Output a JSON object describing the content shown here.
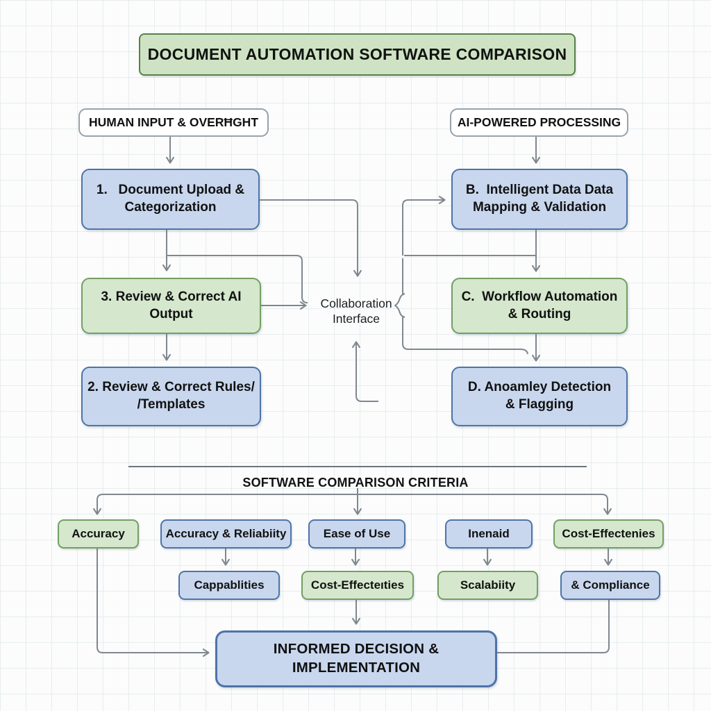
{
  "title": "DOCUMENT AUTOMATION SOFTWARE COMPARISON",
  "flow": {
    "human_header": {
      "label": "HUMAN INPUT & OVERĦGHT"
    },
    "ai_header": {
      "label": "AI-POWERED PROCESSING"
    },
    "box1": {
      "line1": "1.   Document Upload &",
      "line2": "Categorization"
    },
    "boxB": {
      "line1": "B.  Intelligent Data Data",
      "line2": "Mapping & Validation"
    },
    "box3": {
      "line1": "3. Review & Correct AI Output",
      "line2": ""
    },
    "boxC": {
      "line1": "C.  Workflow Automation",
      "line2": "& Routing"
    },
    "box2": {
      "line1": "2. Review & Correct Rules/",
      "line2": "/Templates"
    },
    "boxD": {
      "line1": "D. Anoamley Detection",
      "line2": "& Flagging"
    },
    "collaboration": {
      "line1": "Collaboration",
      "line2": "Interface"
    }
  },
  "criteria": {
    "section_title": "SOFTWARE COMPARISON CRITERIA",
    "row1": [
      {
        "label": "Accuracy",
        "variant": "green"
      },
      {
        "label": "Accuracy & Reliabiity",
        "variant": "blue"
      },
      {
        "label": "Ease of Use",
        "variant": "blue"
      },
      {
        "label": "Inenaid",
        "variant": "blue"
      },
      {
        "label": "Cost-Effectenies",
        "variant": "green"
      }
    ],
    "row2": [
      {
        "label": "Cappablities",
        "variant": "blue"
      },
      {
        "label": "Cost-Effecteıties",
        "variant": "green"
      },
      {
        "label": "Scalabiity",
        "variant": "green"
      },
      {
        "label": "& Compliance",
        "variant": "blue"
      }
    ],
    "final": "INFORMED DECISION & IMPLEMENTATION"
  },
  "icons": {
    "cursor": "mouse-pointer"
  },
  "colors": {
    "blue_fill": "#c8d7ee",
    "blue_border": "#4e73a8",
    "green_fill": "#d5e7cd",
    "green_border": "#729f63",
    "header_border": "#98a1ab",
    "line": "#7f878f",
    "text": "#111111"
  }
}
